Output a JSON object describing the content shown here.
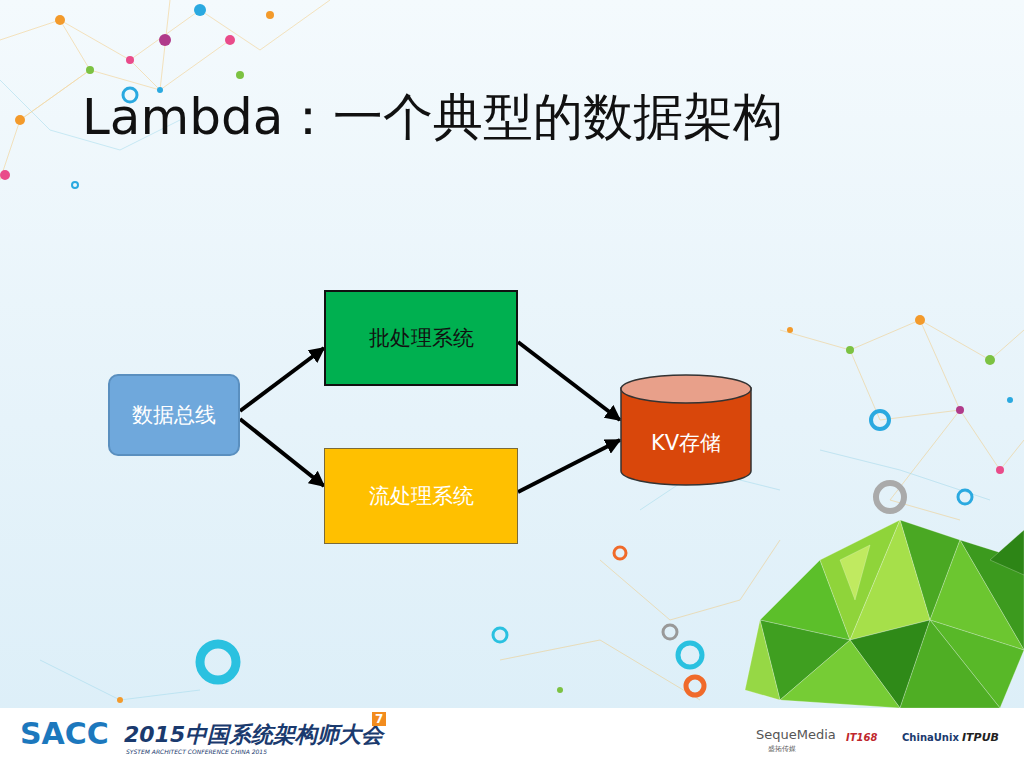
{
  "diagram": {
    "title": "Lambda：一个典型的数据架构",
    "nodes": [
      {
        "text": [
          "数据总线"
        ]
      },
      {
        "text": [
          "批处理系统"
        ]
      },
      {
        "text": [
          "流处理系统"
        ]
      },
      {
        "text": [
          "KV存储"
        ]
      }
    ],
    "edges": [
      {
        "from": 0,
        "to": 1,
        "arrow": "to"
      },
      {
        "from": 0,
        "to": 2,
        "arrow": "to"
      },
      {
        "from": 1,
        "to": 3,
        "arrow": "to"
      },
      {
        "from": 2,
        "to": 3,
        "arrow": "to"
      }
    ],
    "labels": [
      "SACC",
      "2015中国系统架构师大会",
      "7",
      "SYSTEM ARCHITECT CONFERENCE CHINA 2015",
      "SequeMedia",
      "盛拓传媒",
      "IT168",
      "ChinaUnix",
      "ITPUB"
    ]
  }
}
